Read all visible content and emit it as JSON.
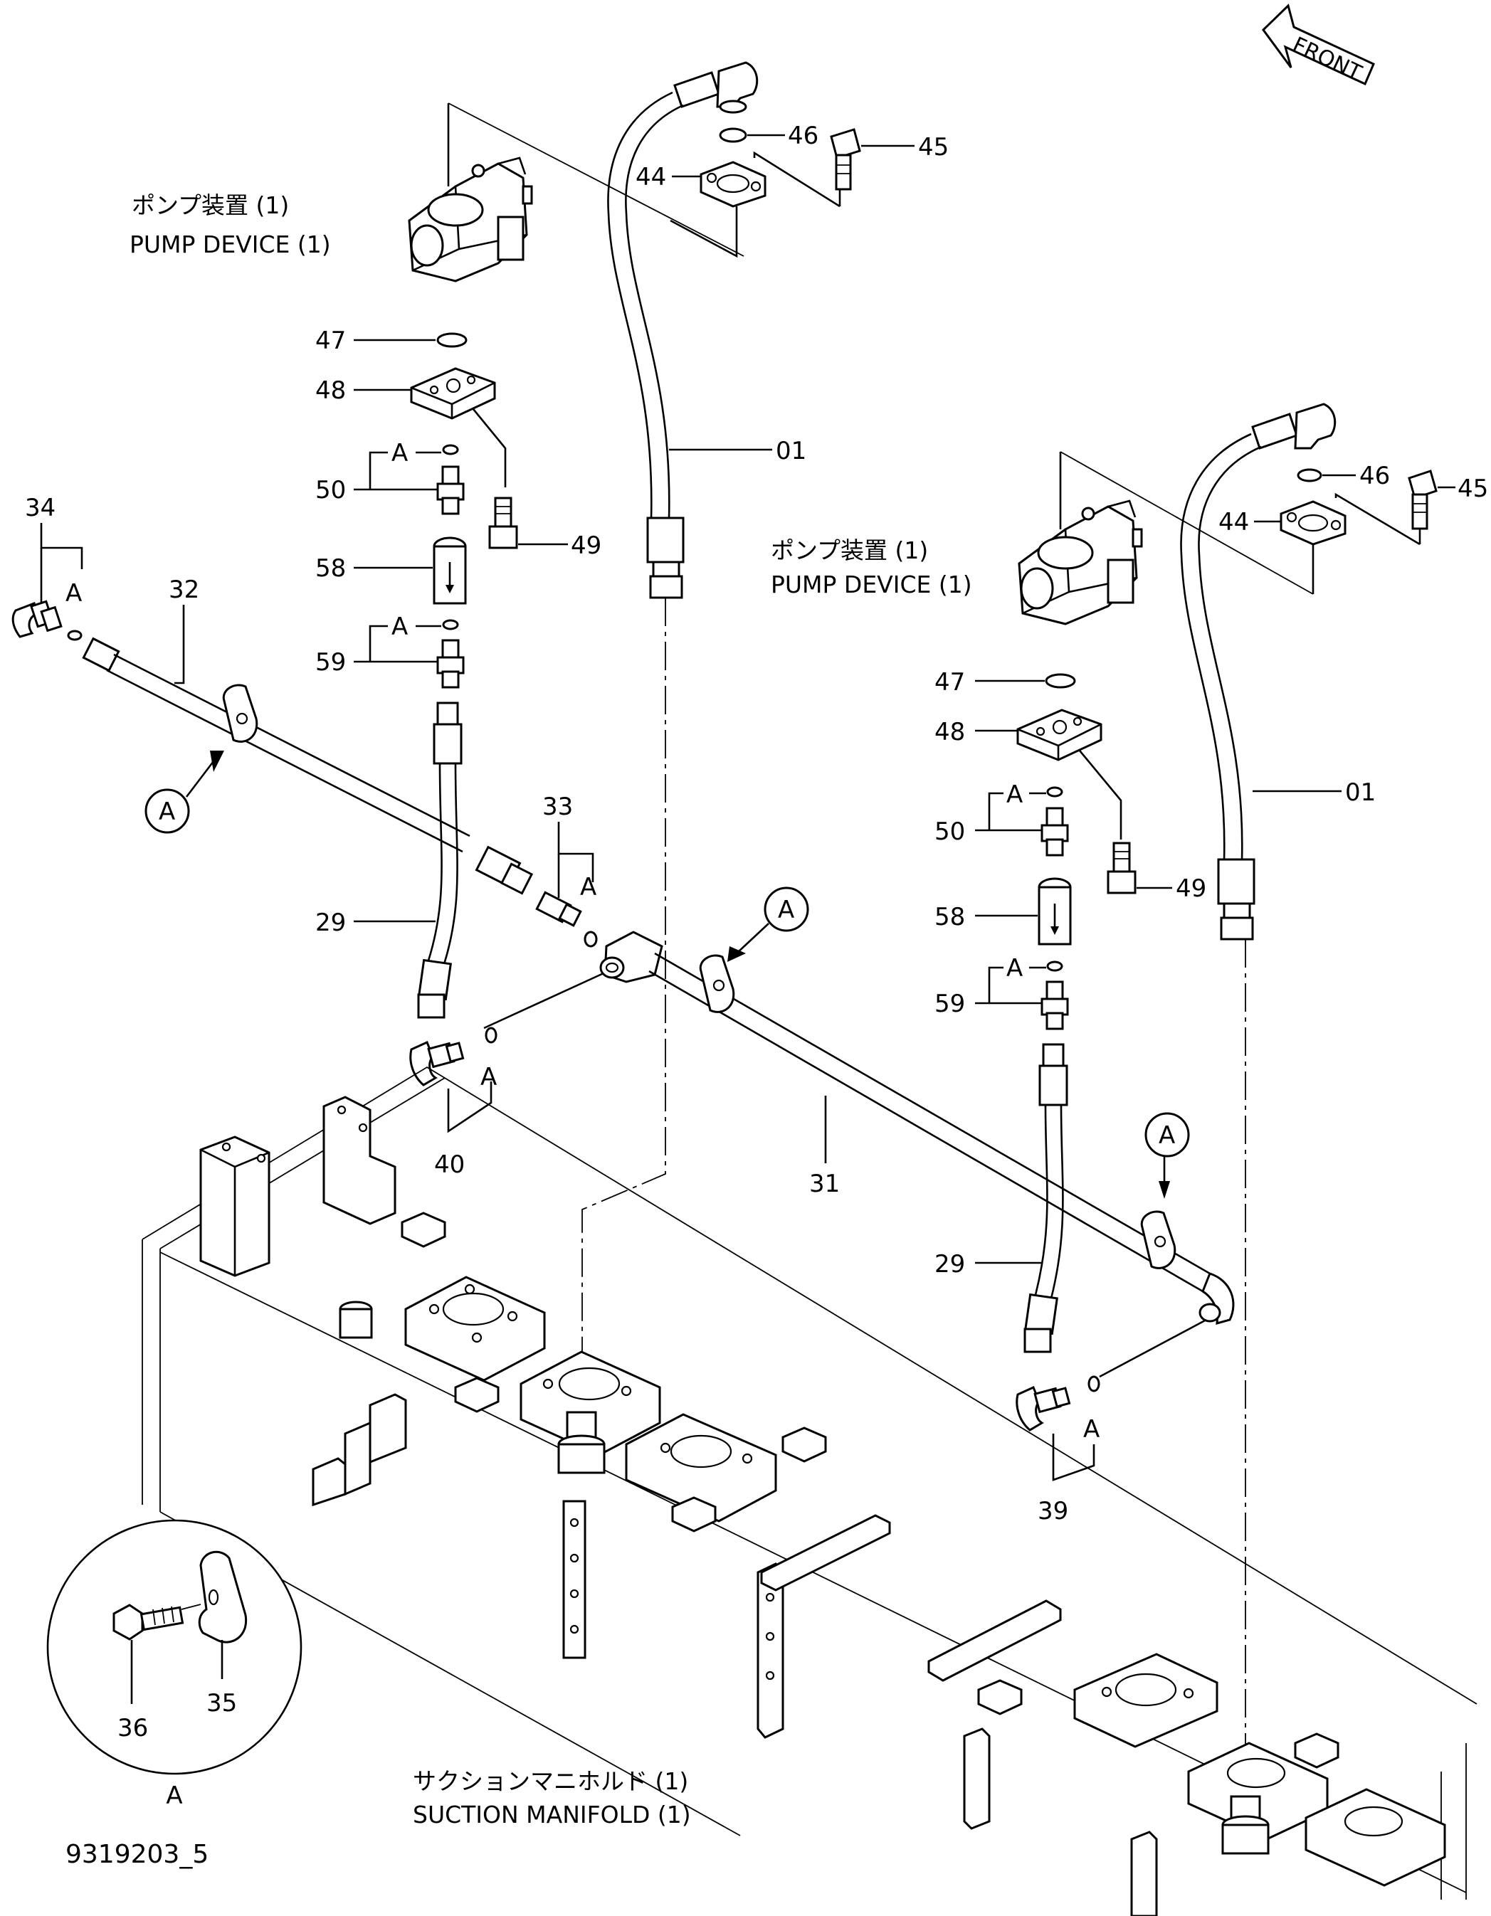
{
  "captions": {
    "pump_left_jp": "ポンプ装置 (1)",
    "pump_left_en": "PUMP DEVICE (1)",
    "pump_right_jp": "ポンプ装置 (1)",
    "pump_right_en": "PUMP DEVICE (1)",
    "manifold_jp": "サクションマニホルド (1)",
    "manifold_en": "SUCTION MANIFOLD (1)",
    "front": "FRONT",
    "figure_id": "9319203_5"
  },
  "callouts": {
    "c44a": "44",
    "c45a": "45",
    "c46a": "46",
    "c47a": "47",
    "c48a": "48",
    "c49a": "49",
    "c50a": "50",
    "c58a": "58",
    "c59a": "59",
    "c01a": "01",
    "c34": "34",
    "c32": "32",
    "c29a": "29",
    "c33": "33",
    "c40": "40",
    "c31": "31",
    "c44b": "44",
    "c45b": "45",
    "c46b": "46",
    "c47b": "47",
    "c48b": "48",
    "c49b": "49",
    "c50b": "50",
    "c58b": "58",
    "c59b": "59",
    "c01b": "01",
    "c29b": "29",
    "c39": "39",
    "c35": "35",
    "c36": "36"
  },
  "detail_markers": {
    "a": "A"
  }
}
